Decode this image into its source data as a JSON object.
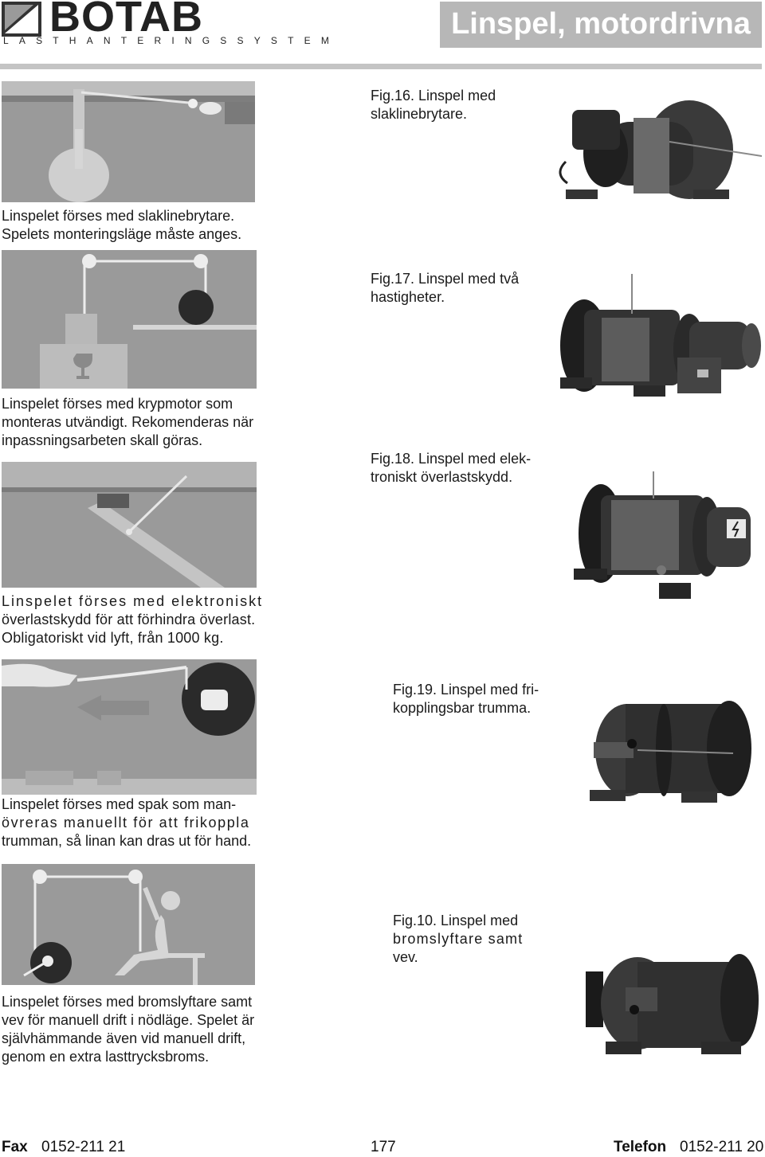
{
  "header": {
    "logo_name": "BOTAB",
    "logo_tagline": "LASTHANTERINGSSYSTEM",
    "title": "Linspel, motordrivna"
  },
  "sections": [
    {
      "illustration_icon": "slack-line-switch-diagram",
      "caption": [
        "Linspelet förses med slaklinebrytare.",
        "Spelets monteringsläge måste anges."
      ],
      "figure_caption": [
        "Fig.16. Linspel med",
        "slaklinebrytare."
      ],
      "photo_icon": "winch-with-slack-line-switch-photo"
    },
    {
      "illustration_icon": "creep-motor-diagram",
      "caption": [
        "Linspelet förses med krypmotor som",
        "monteras utvändigt. Rekomenderas när",
        "inpassningsarbeten skall göras."
      ],
      "figure_caption": [
        "Fig.17. Linspel med två",
        "hastigheter."
      ],
      "photo_icon": "two-speed-winch-photo"
    },
    {
      "illustration_icon": "overload-protection-diagram",
      "caption": [
        "Linspelet förses med elektroniskt",
        "överlastskydd för att förhindra överlast.",
        "Obligatoriskt vid lyft, från 1000 kg."
      ],
      "figure_caption": [
        "Fig.18. Linspel med elek-",
        "troniskt överlastskydd."
      ],
      "photo_icon": "winch-with-overload-protection-photo"
    },
    {
      "illustration_icon": "free-spool-lever-diagram",
      "caption": [
        "Linspelet förses med spak som man-",
        "övreras manuellt för att frikoppla",
        "trumman, så linan kan dras ut för hand."
      ],
      "figure_caption": [
        "Fig.19. Linspel med fri-",
        "kopplingsbar trumma."
      ],
      "photo_icon": "free-spool-drum-winch-photo"
    },
    {
      "illustration_icon": "manual-brake-release-diagram",
      "caption": [
        "Linspelet förses med bromslyftare samt",
        "vev för manuell drift i nödläge. Spelet är",
        "självhämmande även vid manuell drift,",
        "genom en extra lasttrycksbroms."
      ],
      "figure_caption": [
        "Fig.10. Linspel med",
        "bromslyftare samt",
        "vev."
      ],
      "photo_icon": "winch-with-brake-release-crank-photo"
    }
  ],
  "footer": {
    "fax_label": "Fax",
    "fax_number": "0152-211 21",
    "page_number": "177",
    "phone_label": "Telefon",
    "phone_number": "0152-211 20"
  },
  "colors": {
    "title_bar": "#b7b7b7",
    "rule": "#c4c4c4",
    "illustration_bg": "#9a9a9a",
    "illustration_fg": "#e2e2e2",
    "illustration_dark": "#2e2e2e"
  }
}
